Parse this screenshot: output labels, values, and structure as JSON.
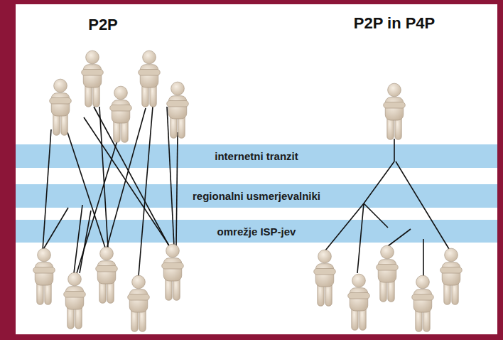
{
  "diagram": {
    "nodes": [
      {
        "text": [
          "internetni tranzit"
        ]
      },
      {
        "text": [
          "regionalni usmerjevalniki"
        ]
      },
      {
        "text": [
          "omrežje ISP-jev"
        ]
      }
    ],
    "labels": [
      "P2P",
      "P2P in P4P"
    ]
  }
}
